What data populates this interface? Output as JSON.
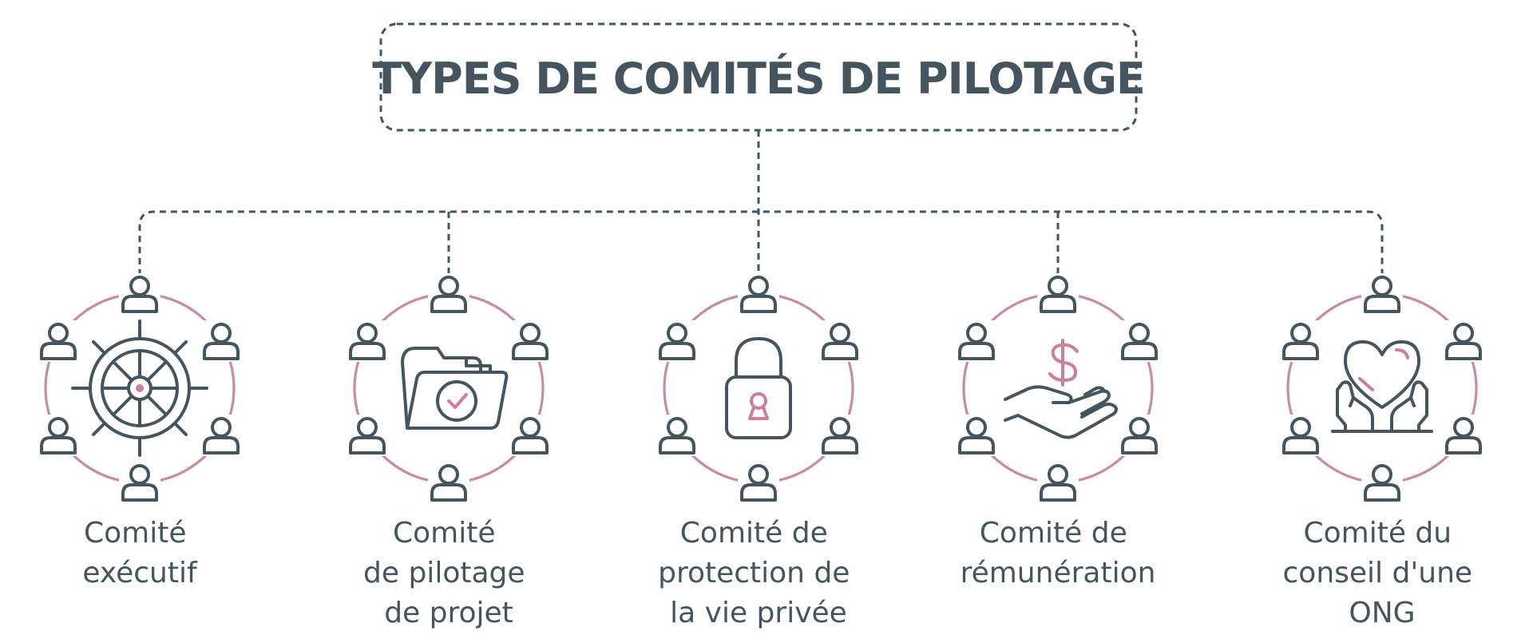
{
  "title": "TYPES DE COMITÉS DE PILOTAGE",
  "colors": {
    "primary": "#455560",
    "accent": "#c98aa4"
  },
  "committees": [
    {
      "icon": "ship-wheel-icon",
      "lines": [
        "Comité",
        "exécutif"
      ]
    },
    {
      "icon": "folder-check-icon",
      "lines": [
        "Comité",
        "de pilotage",
        "de projet"
      ]
    },
    {
      "icon": "padlock-icon",
      "lines": [
        "Comité de",
        "protection de",
        "la vie privée"
      ]
    },
    {
      "icon": "hand-dollar-icon",
      "lines": [
        "Comité de",
        "rémunération"
      ]
    },
    {
      "icon": "hands-heart-icon",
      "lines": [
        "Comité du",
        "conseil d'une",
        "ONG"
      ]
    }
  ]
}
